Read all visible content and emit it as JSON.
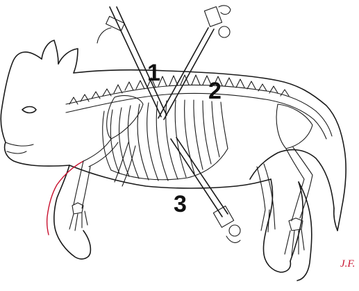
{
  "labels": {
    "one": "1",
    "two": "2",
    "three": "3"
  },
  "signature": "J.F.",
  "colors": {
    "ink": "#1a1a1a",
    "accent_red": "#c8102e",
    "background": "#ffffff"
  }
}
